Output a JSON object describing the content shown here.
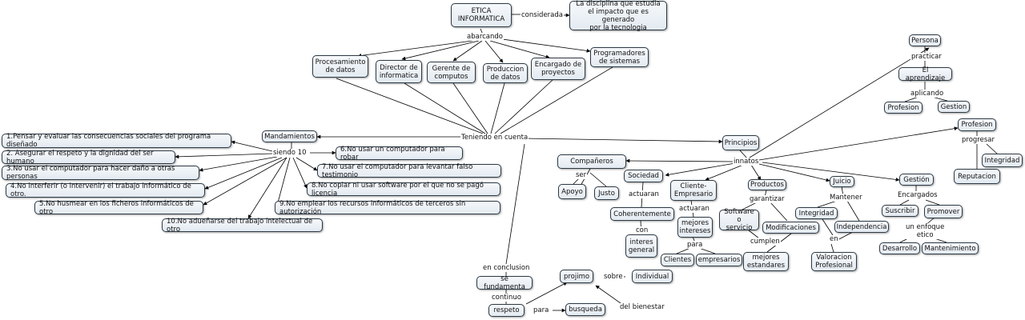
{
  "nodes": {
    "etica": "ETICA\nINFORMATICA",
    "disciplina": "La disciplina que estudia\nel impacto que es generado\npor la tecnologia",
    "procesamiento": "Procesamiento\nde datos",
    "director": "Director de\ninformatica",
    "gerente": "Gerente de\ncomputos",
    "produccion": "Produccion\nde datos",
    "encargado": "Encargado de\nproyectos",
    "programadores": "Programadores\nde sistemas",
    "mandamientos": "Mandamientos",
    "principios": "Principios",
    "m1": "1.Pensar y evaluar las consecuencias sociales del programa diseñado",
    "m2": "2. Asegurar el respeto y la dignidad del ser humano",
    "m3": "3.No usar el computador para hacer daño a otras personas",
    "m4": "4.No interferir (o intervenir) el trabajo informático de otro.",
    "m5": "5.No husmear en los ficheros informáticos de otro",
    "m6": "6.No usar un computador para robar",
    "m7": "7.No usar el computador para levantar falso testimonio",
    "m8": "8.No copiar ni usar software por el que no se pagó licencia",
    "m9": "9.No emplear los recursos informáticos de terceros sin autorización",
    "m10": "10.No adueñarse del trabajo intelectual de otro",
    "companeros": "Compañeros",
    "apoyo": "Apoyo",
    "justo": "Justo",
    "sociedad": "Sociedad",
    "coherentemente": "Coherentemente",
    "interes_general": "interes\ngeneral",
    "cliente_empresario": "Cliente-\nEmpresario",
    "mejores_intereses": "mejores\nintereses",
    "clientes": "Clientes",
    "empresarios": "empresarios",
    "productos": "Productos",
    "software": "Software o\nservicio",
    "modificaciones": "Modificaciones",
    "mejores_estandares": "mejores\nestandares",
    "juicio": "Juicio",
    "integridad_j": "Integridad",
    "independencia": "Independencia",
    "valoracion": "Valoracion\nProfesional",
    "gestion": "Gestión",
    "suscribir": "Suscribir",
    "promover": "Promover",
    "desarrollo": "Desarrollo",
    "mantenimiento": "Mantenimiento",
    "persona": "Persona",
    "aprendizaje": "El aprendizaje",
    "profesion_a": "Profesion",
    "gestion_a": "Gestion",
    "profesion": "Profesion",
    "integridad_p": "Integridad",
    "reputacion": "Reputacion",
    "se_fundamenta": "se fundamenta",
    "respeto": "respeto",
    "busqueda": "busqueda",
    "projimo": "projimo",
    "individual": "Individual"
  },
  "labels": {
    "considerada": "considerada",
    "abarcando": "abarcando",
    "teniendo": "Teniendo en cuenta",
    "siendo": "siendo 10",
    "innatos": "innatos",
    "ser": "ser",
    "actuaran_s": "actuaran",
    "con": "con",
    "actuaran_c": "actuaran",
    "para_c": "para",
    "garantizar": "garantizar",
    "cumplen": "cumplen",
    "mantener": "Mantener",
    "en_j": "en",
    "encargados": "Encargados",
    "enfoque": "un enfoque\netico",
    "practicar": "practicar",
    "aplicando": "aplicando",
    "progresar": "progresar",
    "conclusion": "en conclusion",
    "continuo": "continuo",
    "para_r": "para",
    "sobre": "sobre",
    "del_bienestar": "del bienestar"
  }
}
